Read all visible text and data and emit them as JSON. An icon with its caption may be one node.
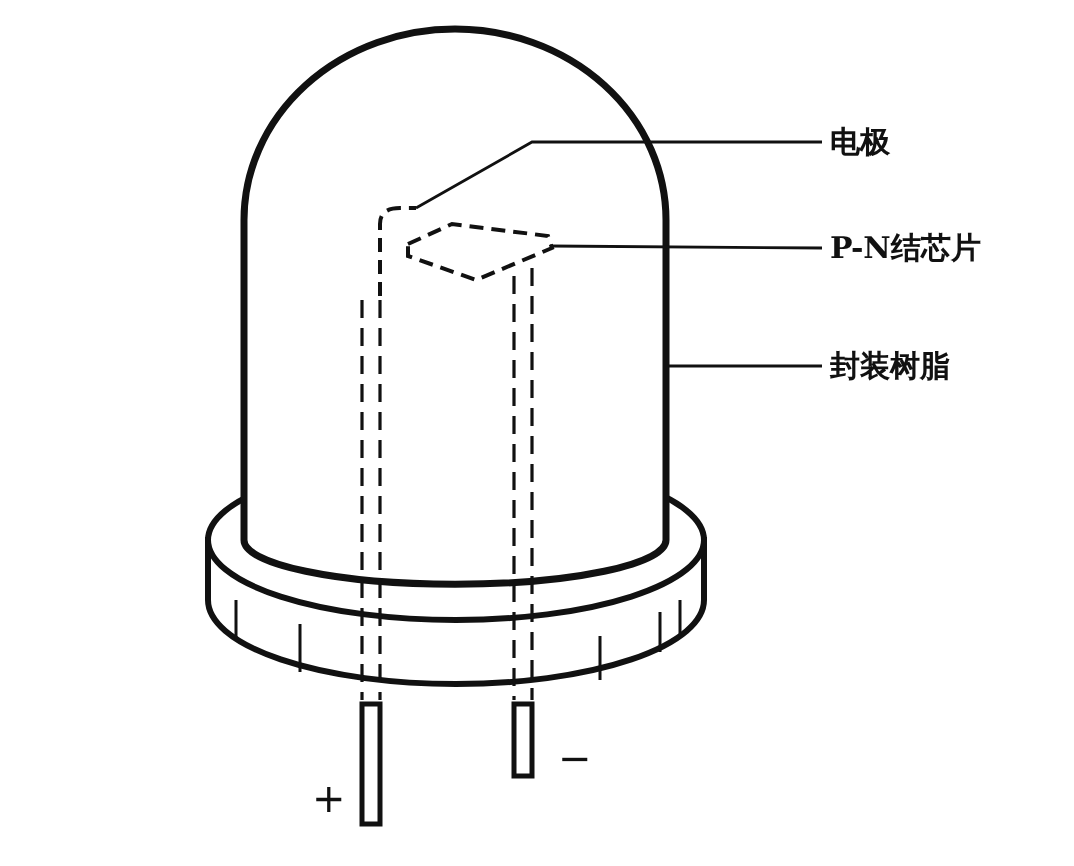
{
  "diagram": {
    "nodes": [
      {
        "text": [],
        "shape": "dome"
      },
      {
        "text": [
          "电极"
        ]
      },
      {
        "text": [],
        "shape": "bar",
        "in": 0
      },
      {
        "text": [
          "P-N结芯片"
        ]
      },
      {
        "text": [],
        "shape": "box",
        "in": 0
      },
      {
        "text": [
          "封装树脂"
        ]
      }
    ],
    "edges": [
      {
        "from": 1,
        "to": 2,
        "arrow": "none"
      },
      {
        "from": 3,
        "to": 4,
        "arrow": "none"
      },
      {
        "from": 5,
        "to": 0,
        "arrow": "none"
      }
    ],
    "labels": [
      "+",
      "−"
    ]
  }
}
